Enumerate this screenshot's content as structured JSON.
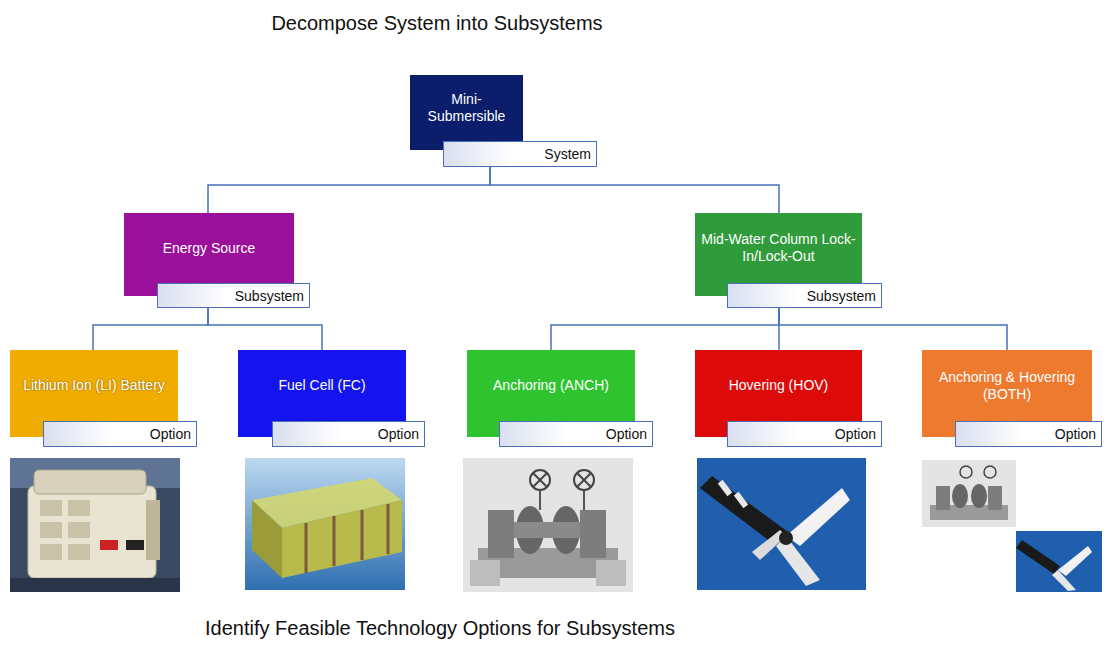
{
  "diagram": {
    "title": "Decompose System into Subsystems",
    "caption": "Identify Feasible Technology Options for Subsystems",
    "nodes": [
      {
        "text": [
          "Mini-Submersible",
          "System"
        ]
      },
      {
        "text": [
          "Energy Source",
          "Subsystem"
        ]
      },
      {
        "text": [
          "Mid-Water Column Lock-In/Lock-Out",
          "Subsystem"
        ]
      },
      {
        "text": [
          "Lithium Ion (LI) Battery",
          "Option"
        ]
      },
      {
        "text": [
          "Fuel Cell (FC)",
          "Option"
        ]
      },
      {
        "text": [
          "Anchoring (ANCH)",
          "Option"
        ]
      },
      {
        "text": [
          "Hovering (HOV)",
          "Option"
        ]
      },
      {
        "text": [
          "Anchoring & Hovering (BOTH)",
          "Option"
        ]
      }
    ],
    "edges": [
      {
        "from": 0,
        "to": 1,
        "arrow": "none"
      },
      {
        "from": 0,
        "to": 2,
        "arrow": "none"
      },
      {
        "from": 1,
        "to": 3,
        "arrow": "none"
      },
      {
        "from": 1,
        "to": 4,
        "arrow": "none"
      },
      {
        "from": 2,
        "to": 5,
        "arrow": "none"
      },
      {
        "from": 2,
        "to": 6,
        "arrow": "none"
      },
      {
        "from": 2,
        "to": 7,
        "arrow": "none"
      }
    ]
  }
}
